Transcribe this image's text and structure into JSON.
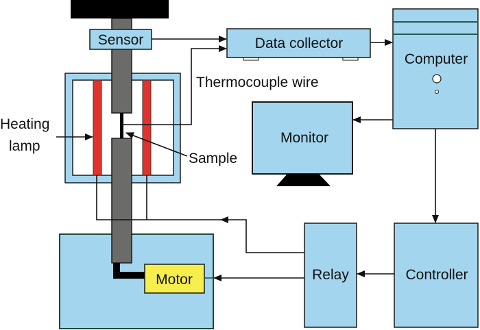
{
  "colors": {
    "box_fill": "#a3d6ee",
    "outline": "#1a1a1a",
    "rod": "#6b6b69",
    "lamp": "#e2322c",
    "motor": "#f6ee4d",
    "line": "#111111",
    "computer_stripe": "#1d5e4e"
  },
  "labels": {
    "sensor": "Sensor",
    "data_collector": "Data collector",
    "thermocouple_wire": "Thermocouple wire",
    "computer": "Computer",
    "heating_lamp_line1": "Heating",
    "heating_lamp_line2": "lamp",
    "sample": "Sample",
    "monitor": "Monitor",
    "motor": "Motor",
    "relay": "Relay",
    "controller": "Controller"
  },
  "connections": [
    {
      "from": "Sensor",
      "to": "Data collector"
    },
    {
      "from": "Thermocouple wire",
      "to": "Data collector"
    },
    {
      "from": "Data collector",
      "to": "Computer"
    },
    {
      "from": "Computer",
      "to": "Monitor"
    },
    {
      "from": "Computer",
      "to": "Controller"
    },
    {
      "from": "Controller",
      "to": "Relay"
    },
    {
      "from": "Relay",
      "to": "Heating lamp"
    },
    {
      "from": "Relay",
      "to": "Motor"
    }
  ]
}
